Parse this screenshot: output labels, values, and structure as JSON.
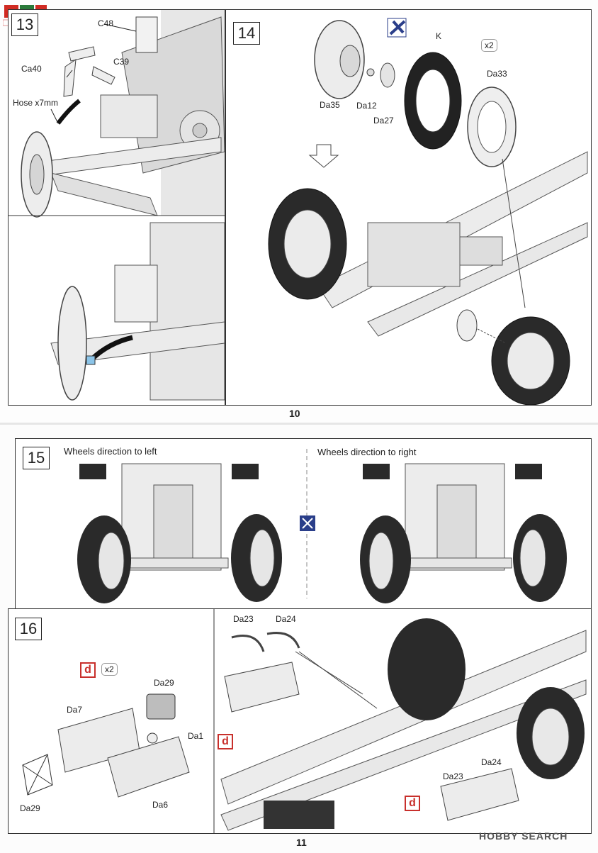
{
  "top_page": {
    "page_number": "10",
    "step13": {
      "number": "13",
      "labels": {
        "c48": "C48",
        "c39": "C39",
        "ca40": "Ca40",
        "hose": "Hose x7mm"
      }
    },
    "step14": {
      "number": "14",
      "multiplier": "x2",
      "labels": {
        "k": "K",
        "da33": "Da33",
        "da35": "Da35",
        "da12": "Da12",
        "da27": "Da27"
      }
    }
  },
  "bottom_page": {
    "page_number": "11",
    "step15": {
      "number": "15",
      "caption_left": "Wheels direction to left",
      "caption_right": "Wheels direction to right"
    },
    "step16": {
      "number": "16",
      "sub_assembly": "d",
      "multiplier": "x2",
      "labels": {
        "da29_top": "Da29",
        "da7": "Da7",
        "da1": "Da1",
        "da6": "Da6",
        "da29_bottom": "Da29",
        "da23_top": "Da23",
        "da24_top": "Da24",
        "d_left": "d",
        "da23_bottom": "Da23",
        "da24_bottom": "Da24",
        "d_right": "d"
      }
    }
  },
  "logos": {
    "hobby_search": "HOBBY SEARCH"
  },
  "icons": [
    "drill-cut-icon",
    "direction-arrow-icon",
    "down-arrow-icon"
  ]
}
